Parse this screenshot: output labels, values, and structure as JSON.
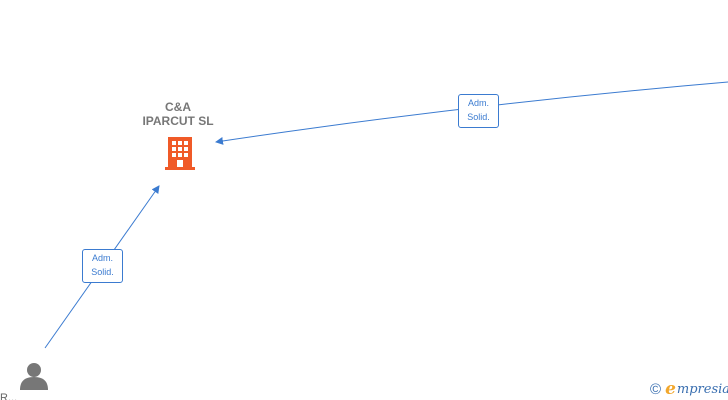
{
  "company": {
    "name_line1": "C&A",
    "name_line2": "IPARCUT  SL",
    "icon": "building-icon",
    "color": "#f05a28"
  },
  "person": {
    "icon": "person-icon",
    "label": "R...",
    "color": "#777777"
  },
  "edges": [
    {
      "line1": "Adm.",
      "line2": "Solid.",
      "color": "#3b7bd0"
    },
    {
      "line1": "Adm.",
      "line2": "Solid.",
      "color": "#3b7bd0"
    }
  ],
  "brand": {
    "copyright_symbol": "©",
    "logo_letter": "e",
    "name": "mpresia",
    "accent": "#f2a72c",
    "color": "#3a6fb0"
  }
}
